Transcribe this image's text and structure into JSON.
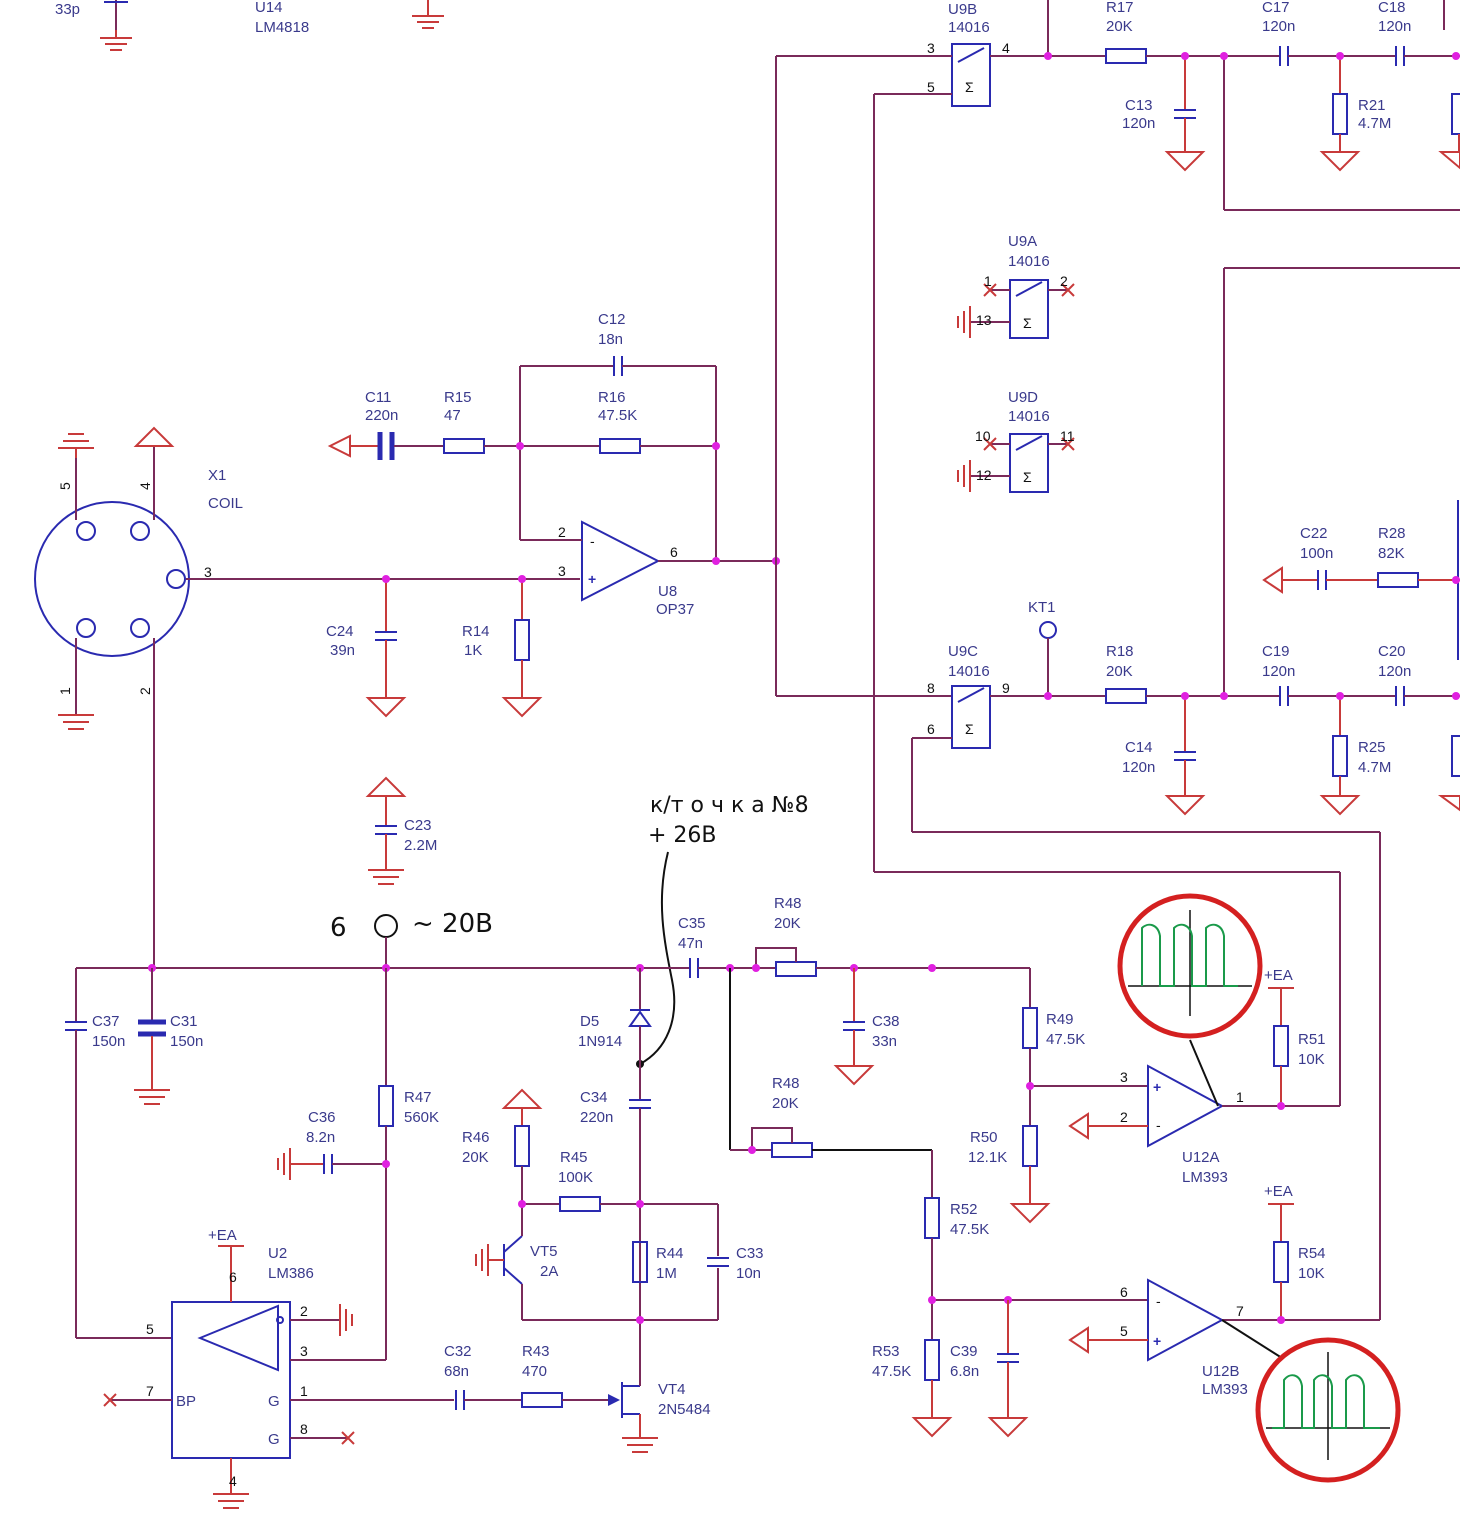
{
  "labels": {
    "top": {
      "c_left_val": "33p",
      "u14_ref": "U14",
      "u14_val": "LM4818",
      "u9b_ref": "U9B",
      "u9b_val": "14016",
      "r17_ref": "R17",
      "r17_val": "20K",
      "c17_ref": "C17",
      "c17_val": "120n",
      "c18_ref": "C18",
      "c18_val": "120n",
      "c13_ref": "C13",
      "c13_val": "120n",
      "r21_ref": "R21",
      "r21_val": "4.7M"
    },
    "mid": {
      "u9a_ref": "U9A",
      "u9a_val": "14016",
      "u9d_ref": "U9D",
      "u9d_val": "14016",
      "c12_ref": "C12",
      "c12_val": "18n",
      "c11_ref": "C11",
      "c11_val": "220n",
      "r15_ref": "R15",
      "r15_val": "47",
      "r16_ref": "R16",
      "r16_val": "47.5K",
      "x1_ref": "X1",
      "x1_val": "COIL",
      "u8_ref": "U8",
      "u8_val": "OP37",
      "c22_ref": "C22",
      "c22_val": "100n",
      "r28_ref": "R28",
      "r28_val": "82K",
      "c24_ref": "C24",
      "c24_val": "39n",
      "r14_ref": "R14",
      "r14_val": "1K",
      "kt1_ref": "KT1",
      "u9c_ref": "U9C",
      "u9c_val": "14016",
      "r18_ref": "R18",
      "r18_val": "20K",
      "c19_ref": "C19",
      "c19_val": "120n",
      "c20_ref": "C20",
      "c20_val": "120n",
      "c14_ref": "C14",
      "c14_val": "120n",
      "r25_ref": "R25",
      "r25_val": "4.7M",
      "c23_ref": "C23",
      "c23_val": "2.2M"
    },
    "bottom": {
      "c35_ref": "C35",
      "c35_val": "47n",
      "r48a_ref": "R48",
      "r48a_val": "20K",
      "r48b_ref": "R48",
      "r48b_val": "20K",
      "c37_ref": "C37",
      "c37_val": "150n",
      "c31_ref": "C31",
      "c31_val": "150n",
      "d5_ref": "D5",
      "d5_val": "1N914",
      "c38_ref": "C38",
      "c38_val": "33n",
      "r49_ref": "R49",
      "r49_val": "47.5K",
      "r51_ref": "R51",
      "r51_val": "10K",
      "ea1": "+EA",
      "c34_ref": "C34",
      "c34_val": "220n",
      "r47_ref": "R47",
      "r47_val": "560K",
      "c36_ref": "C36",
      "c36_val": "8.2n",
      "r46_ref": "R46",
      "r46_val": "20K",
      "r45_ref": "R45",
      "r45_val": "100K",
      "r50_ref": "R50",
      "r50_val": "12.1K",
      "u12a_ref": "U12A",
      "u12a_val": "LM393",
      "ea2": "+EA",
      "r52_ref": "R52",
      "r52_val": "47.5K",
      "ea3": "+EA",
      "u2_ref": "U2",
      "u2_val": "LM386",
      "vt5_ref": "VT5",
      "vt5_val": "2A",
      "r44_ref": "R44",
      "r44_val": "1M",
      "c33_ref": "C33",
      "c33_val": "10n",
      "r54_ref": "R54",
      "r54_val": "10K",
      "c32_ref": "C32",
      "c32_val": "68n",
      "r43_ref": "R43",
      "r43_val": "470",
      "r53_ref": "R53",
      "r53_val": "47.5K",
      "c39_ref": "C39",
      "c39_val": "6.8n",
      "u12b_ref": "U12B",
      "u12b_val": "LM393",
      "vt4_ref": "VT4",
      "vt4_val": "2N5484",
      "bp": "BP",
      "g1": "G",
      "g2": "G"
    }
  },
  "annotations": {
    "point_line1": "к/т о ч к а №8",
    "point_line2": "+ 26В",
    "tp_number": "6",
    "tp_voltage": "~ 20В"
  },
  "pins": {
    "u9b": [
      "3",
      "4",
      "5"
    ],
    "u9a": [
      "1",
      "2",
      "13"
    ],
    "u9d": [
      "10",
      "11",
      "12"
    ],
    "u9c": [
      "8",
      "9",
      "6"
    ],
    "u8": [
      "2",
      "3",
      "6"
    ],
    "x1": [
      "5",
      "4",
      "3",
      "1",
      "2"
    ],
    "u12a": [
      "3",
      "2",
      "1"
    ],
    "u12b": [
      "6",
      "5",
      "7"
    ],
    "u2": [
      "6",
      "5",
      "2",
      "3",
      "1",
      "7",
      "8",
      "4"
    ]
  },
  "colors": {
    "wire": "#7a2a5a",
    "wire_red": "#c83a3a",
    "component": "#2a2ab0",
    "node": "#e020e0",
    "waveform": "#1a9a4a",
    "ring": "#d42020"
  }
}
